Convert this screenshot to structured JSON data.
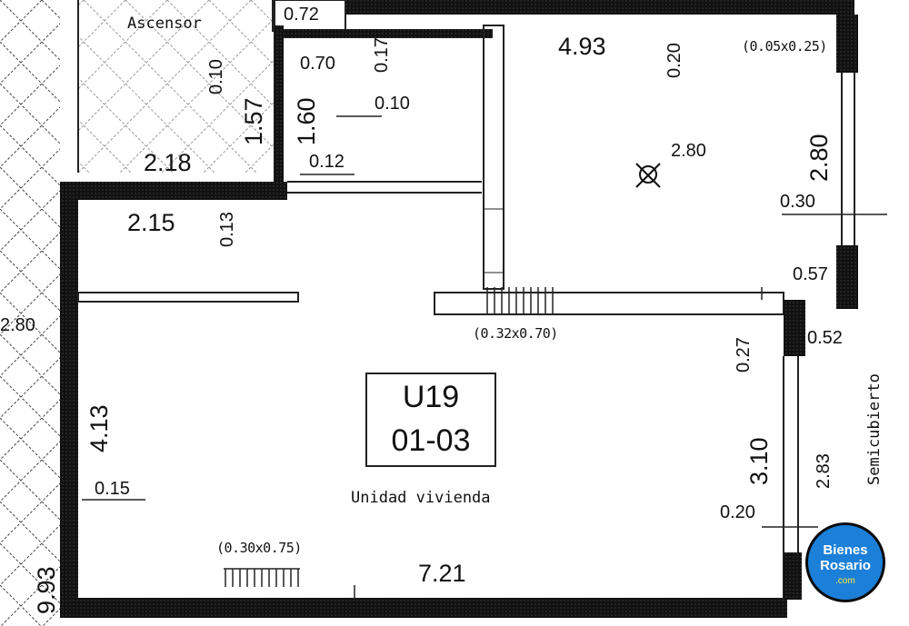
{
  "labels": {
    "ascensor": "Ascensor",
    "d_072": "0.72",
    "d_010a": "0.10",
    "d_157": "1.57",
    "d_070": "0.70",
    "d_017": "0.17",
    "d_160": "1.60",
    "d_010b": "0.10",
    "d_218": "2.18",
    "d_012": "0.12",
    "d_493": "4.93",
    "d_020a": "0.20",
    "win_top": "(0.05x0.25)",
    "d_280_big": "2.80",
    "d_280_mark": "2.80",
    "d_030": "0.30",
    "d_215": "2.15",
    "d_013": "0.13",
    "d_057": "0.57",
    "d_280_left": "2.80",
    "win_mid": "(0.32x0.70)",
    "d_027": "0.27",
    "d_052": "0.52",
    "semicubierto": "Semicubierto",
    "d_413": "4.13",
    "d_015": "0.15",
    "d_310": "3.10",
    "d_283": "2.83",
    "d_020b": "0.20",
    "win_bot": "(0.30x0.75)",
    "d_721": "7.21",
    "d_993": "9.93",
    "unidad": "Unidad vivienda"
  },
  "unit": {
    "line1": "U19",
    "line2": "01-03"
  },
  "logo": {
    "line1": "Bienes",
    "line2": "Rosario",
    "line3": ".com"
  },
  "colors": {
    "logo_blue": "#1c7fd8",
    "wall": "#111111"
  }
}
